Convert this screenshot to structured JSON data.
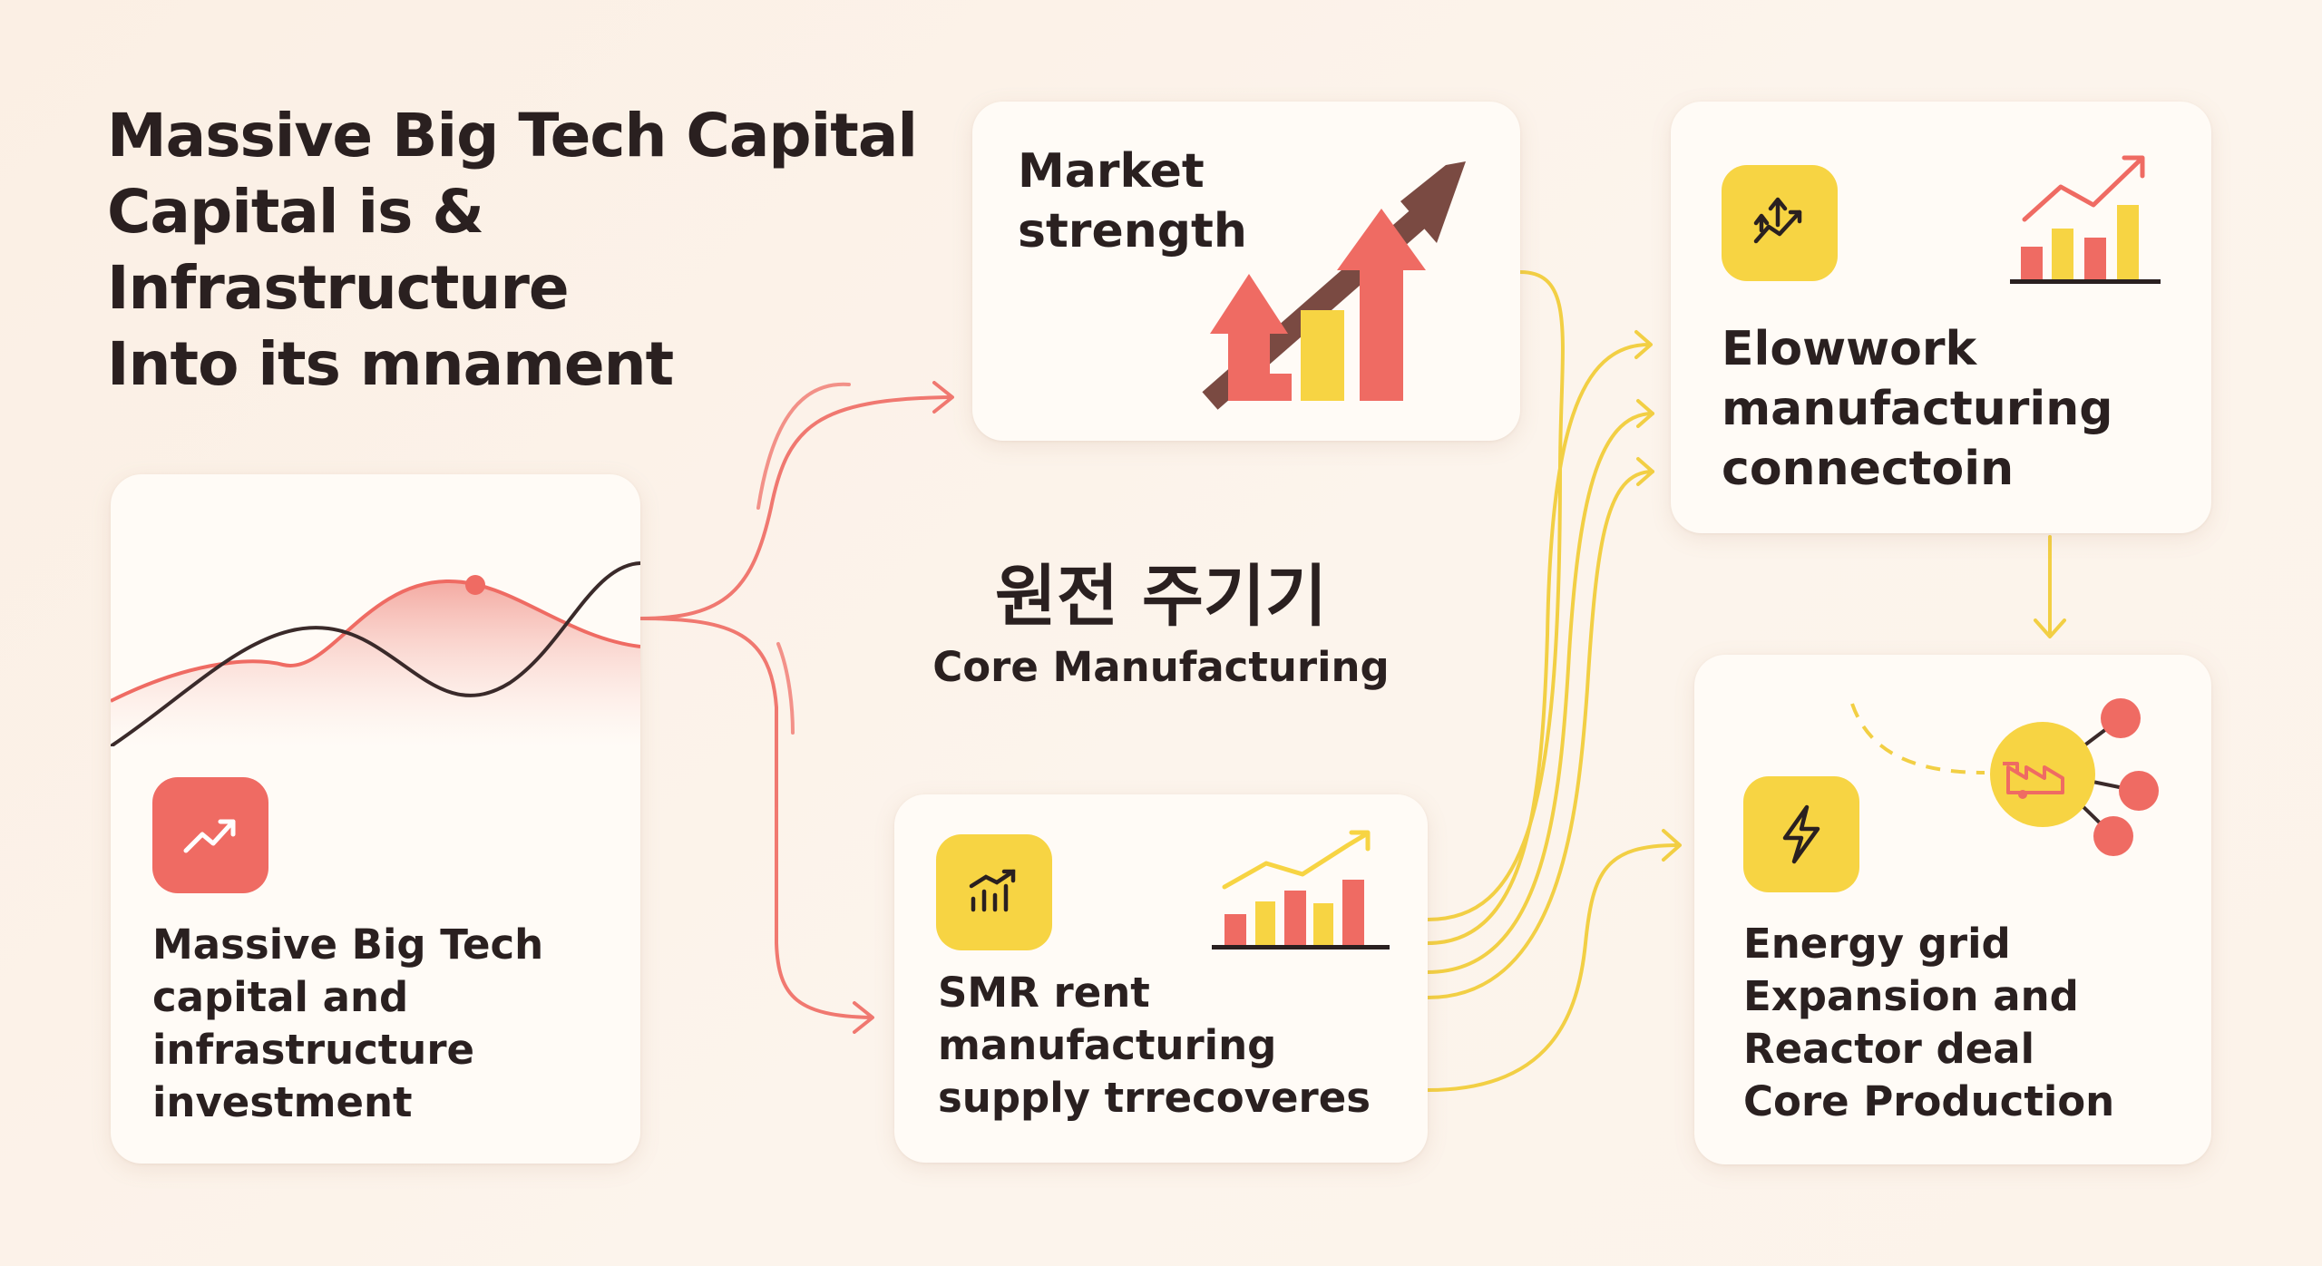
{
  "headline": {
    "lines": [
      "Massive Big Tech Capital",
      "Capital is & Infrastructure",
      "Into its mnament"
    ]
  },
  "center": {
    "korean": "원전 주기기",
    "english": "Core Manufacturing"
  },
  "cards": {
    "investment": {
      "lines": [
        "Massive Big Tech",
        "capital and",
        "infrastructure",
        "investment"
      ],
      "icon": "trending-up-icon"
    },
    "market": {
      "lines": [
        "Market",
        "strength"
      ],
      "icon": "growth-arrows-icon"
    },
    "smr": {
      "lines": [
        "SMR rent",
        "manufacturing",
        "supply trrecoveres"
      ],
      "icon": "bar-chart-icon"
    },
    "flowwork": {
      "lines": [
        "Elowwork",
        "manufacturing",
        "connectoin"
      ],
      "icon": "arrows-up-trend-icon"
    },
    "energy": {
      "lines": [
        "Energy grid",
        "Expansion and",
        "Reactor deal",
        "Core Production"
      ],
      "icon": "lightning-icon"
    }
  },
  "colors": {
    "background": "#fcf2e8",
    "red": "#ef6b63",
    "yellow": "#f7d443",
    "dark": "#2a2020",
    "brown": "#7a4a42"
  }
}
